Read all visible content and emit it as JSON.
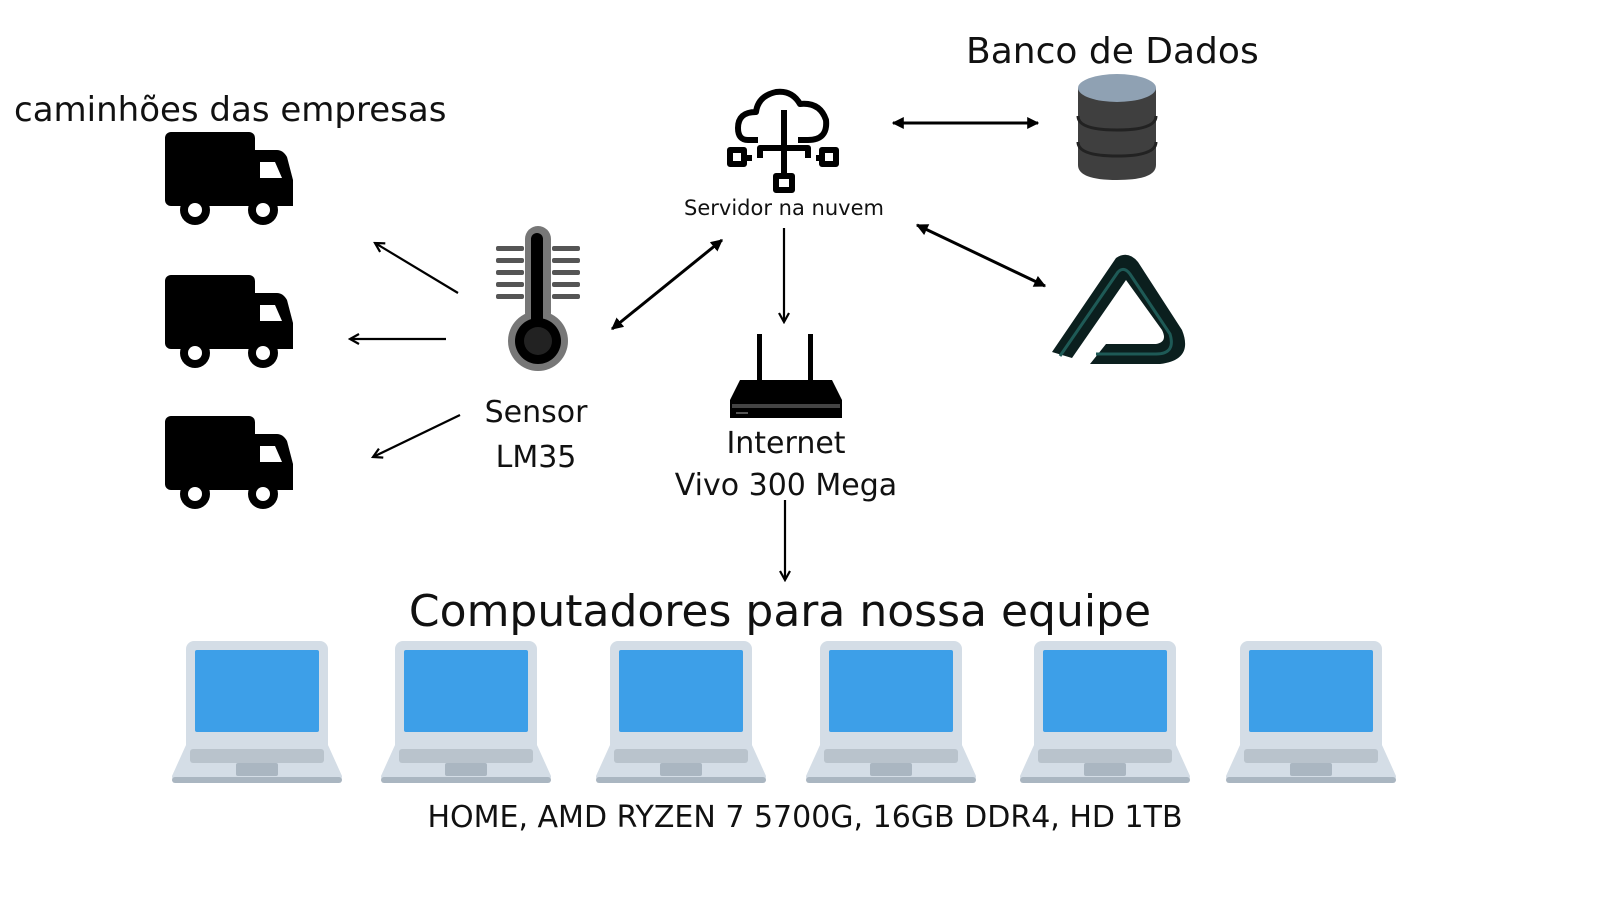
{
  "labels": {
    "trucks": "caminhões das empresas",
    "database": "Banco de Dados",
    "server": "Servidor na nuvem",
    "sensor_line1": "Sensor",
    "sensor_line2": "LM35",
    "internet_line1": "Internet",
    "internet_line2": "Vivo 300 Mega",
    "computers_title": "Computadores para nossa equipe",
    "computers_specs": "HOME, AMD RYZEN 7 5700G, 16GB DDR4, HD 1TB"
  },
  "icons": {
    "truck": "truck-icon",
    "thermometer": "thermometer-icon",
    "cloud_server": "cloud-network-icon",
    "database": "database-icon",
    "router": "router-icon",
    "logo": "brand-logo-icon",
    "laptop": "laptop-icon"
  },
  "colors": {
    "ink": "#000000",
    "screen": "#3d9fe8",
    "laptop_frame": "#d4dde6",
    "laptop_base": "#b9c3cc",
    "db_top": "#8fa1b3",
    "db_body": "#3f3f3f",
    "logo_dark": "#0b1f1e",
    "logo_teal": "#123e3c"
  }
}
